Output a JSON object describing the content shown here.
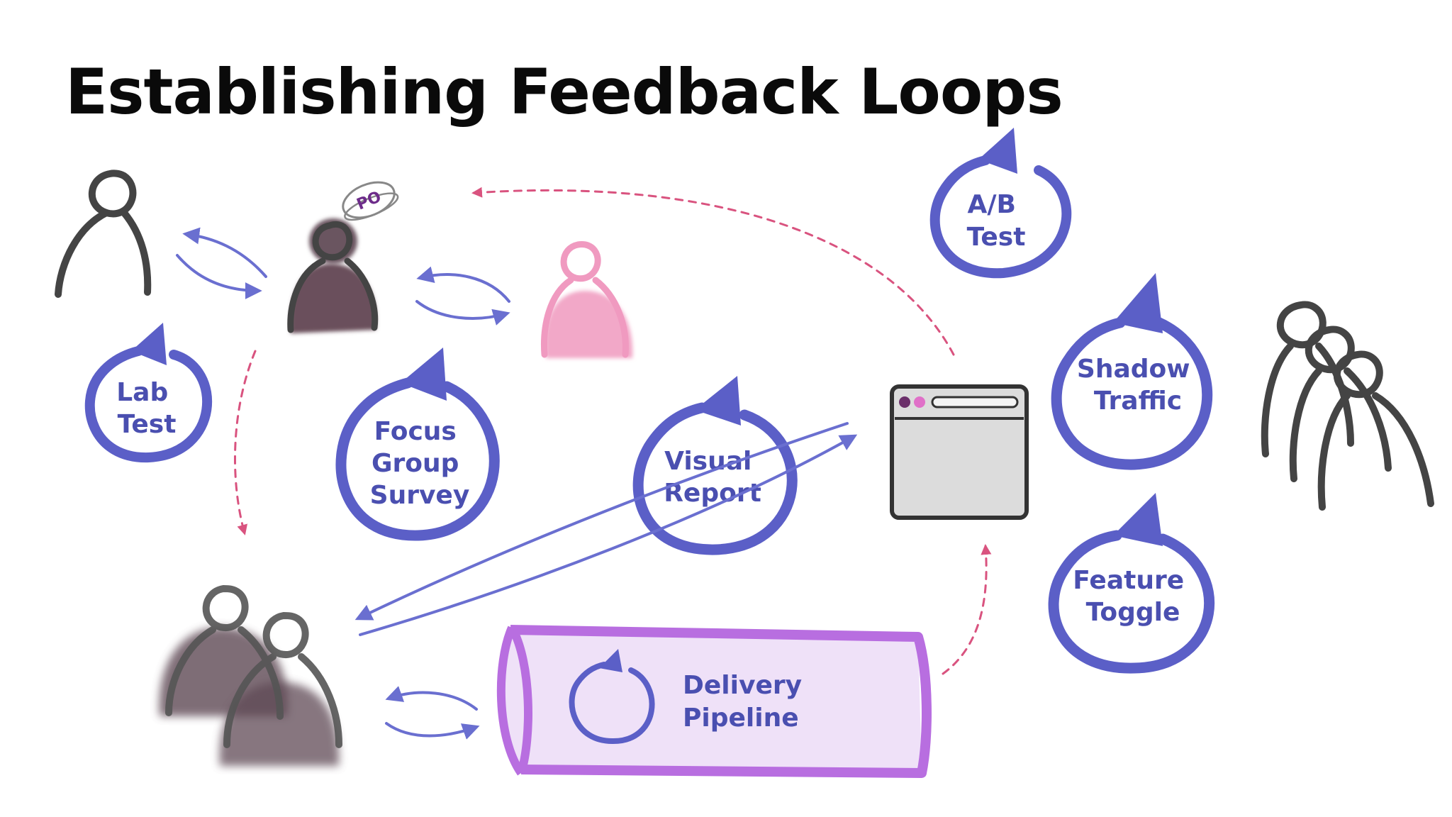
{
  "title": "Establishing Feedback Loops",
  "colors": {
    "loop": "#5b5fc7",
    "label": "#4a4fb0",
    "arrow": "#6a6fd0",
    "dashed": "#d9537f",
    "pipeline": "#b86ee0",
    "pipeline_fill": "#efe1f8",
    "person": "#444444",
    "stakeholder": "#f2a8c8"
  },
  "badge": {
    "text": "PO"
  },
  "loops": [
    {
      "id": "ab-test",
      "lines": [
        "A/B",
        "Test"
      ]
    },
    {
      "id": "lab-test",
      "lines": [
        "Lab",
        "Test"
      ]
    },
    {
      "id": "focus-group-survey",
      "lines": [
        "Focus",
        "Group",
        "Survey"
      ]
    },
    {
      "id": "visual-report",
      "lines": [
        "Visual",
        "Report"
      ]
    },
    {
      "id": "shadow-traffic",
      "lines": [
        "Shadow",
        "Traffic"
      ]
    },
    {
      "id": "feature-toggle",
      "lines": [
        "Feature",
        "Toggle"
      ]
    }
  ],
  "pipeline": {
    "lines": [
      "Delivery",
      "Pipeline"
    ]
  }
}
